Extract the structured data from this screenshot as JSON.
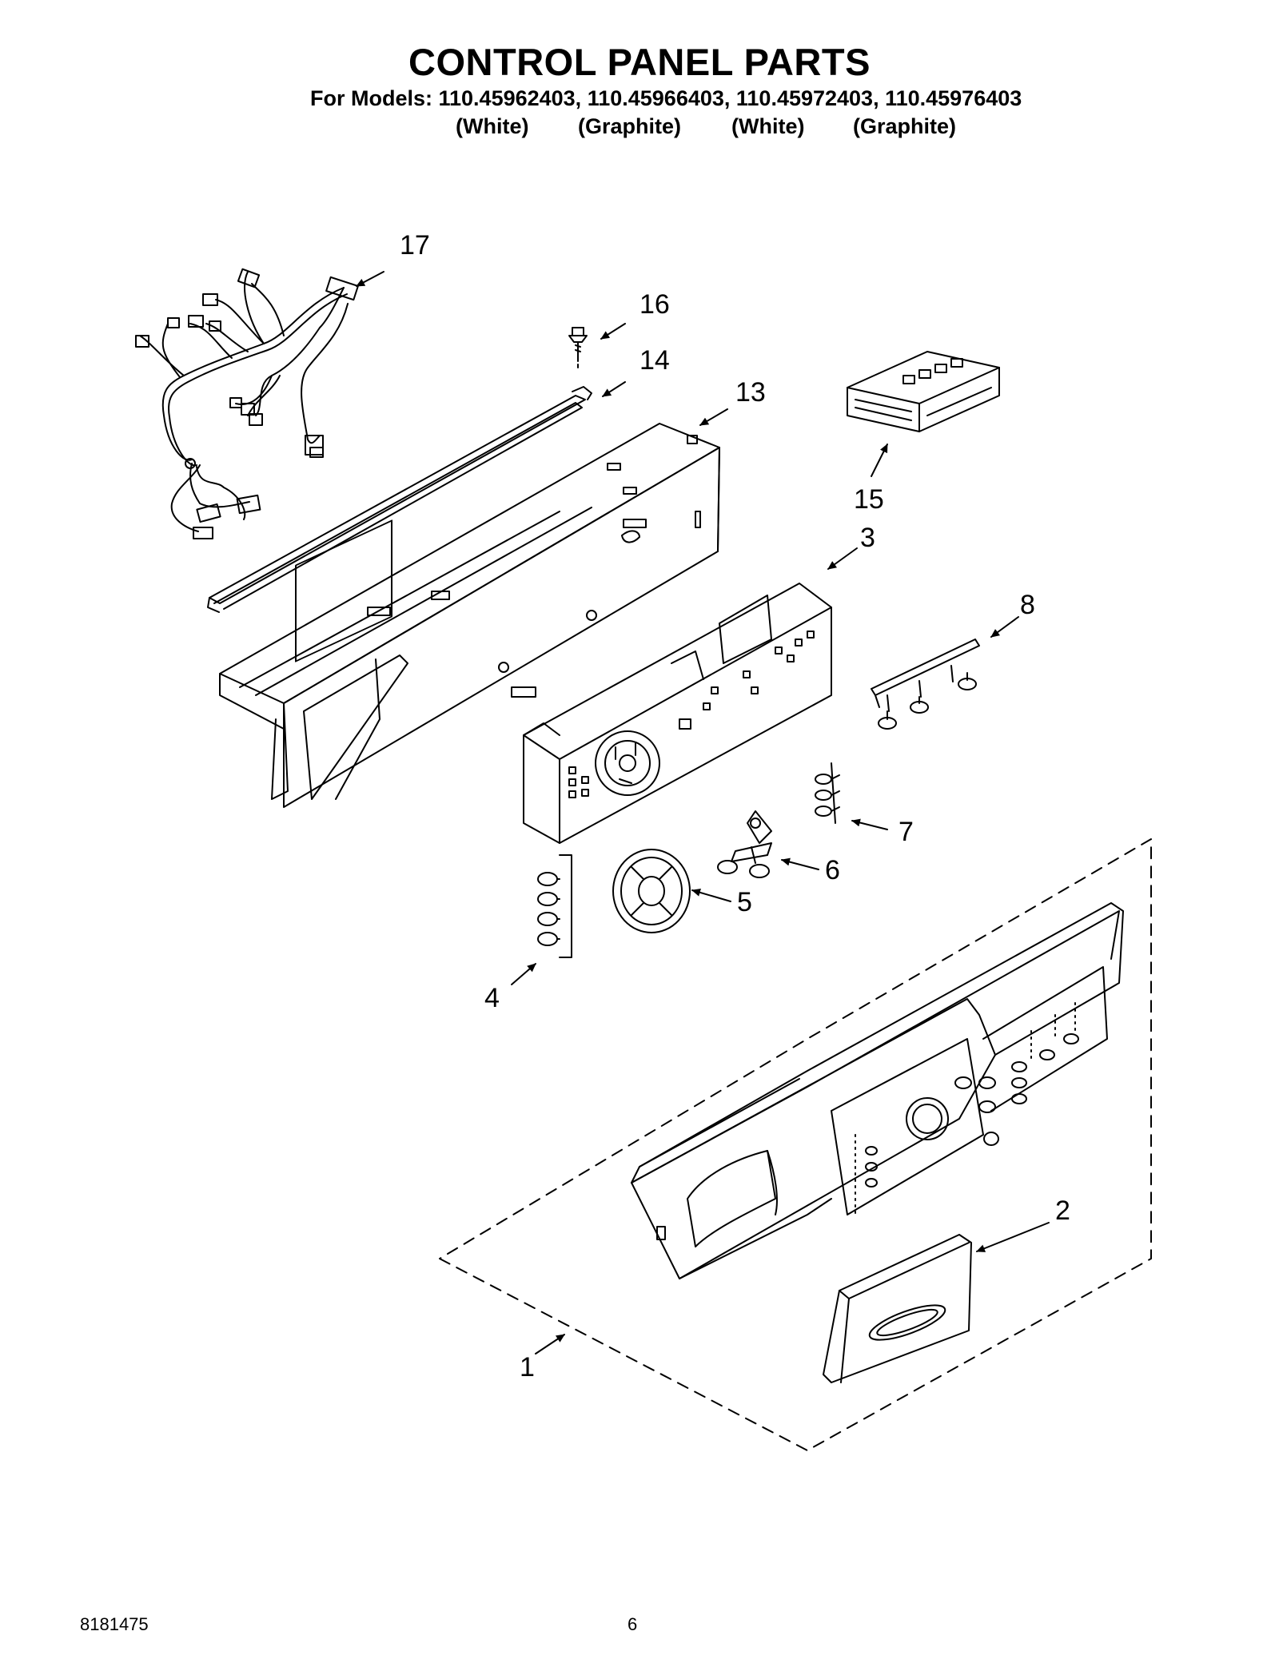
{
  "header": {
    "title": "CONTROL PANEL PARTS",
    "models_line": "For Models: 110.45962403, 110.45966403, 110.45972403, 110.45976403",
    "variants": [
      "(White)",
      "(Graphite)",
      "(White)",
      "(Graphite)"
    ]
  },
  "callouts": {
    "p1": "1",
    "p2": "2",
    "p3": "3",
    "p4": "4",
    "p5": "5",
    "p6": "6",
    "p7": "7",
    "p8": "8",
    "p13": "13",
    "p14": "14",
    "p15": "15",
    "p16": "16",
    "p17": "17"
  },
  "footer": {
    "doc_number": "8181475",
    "page_number": "6"
  }
}
